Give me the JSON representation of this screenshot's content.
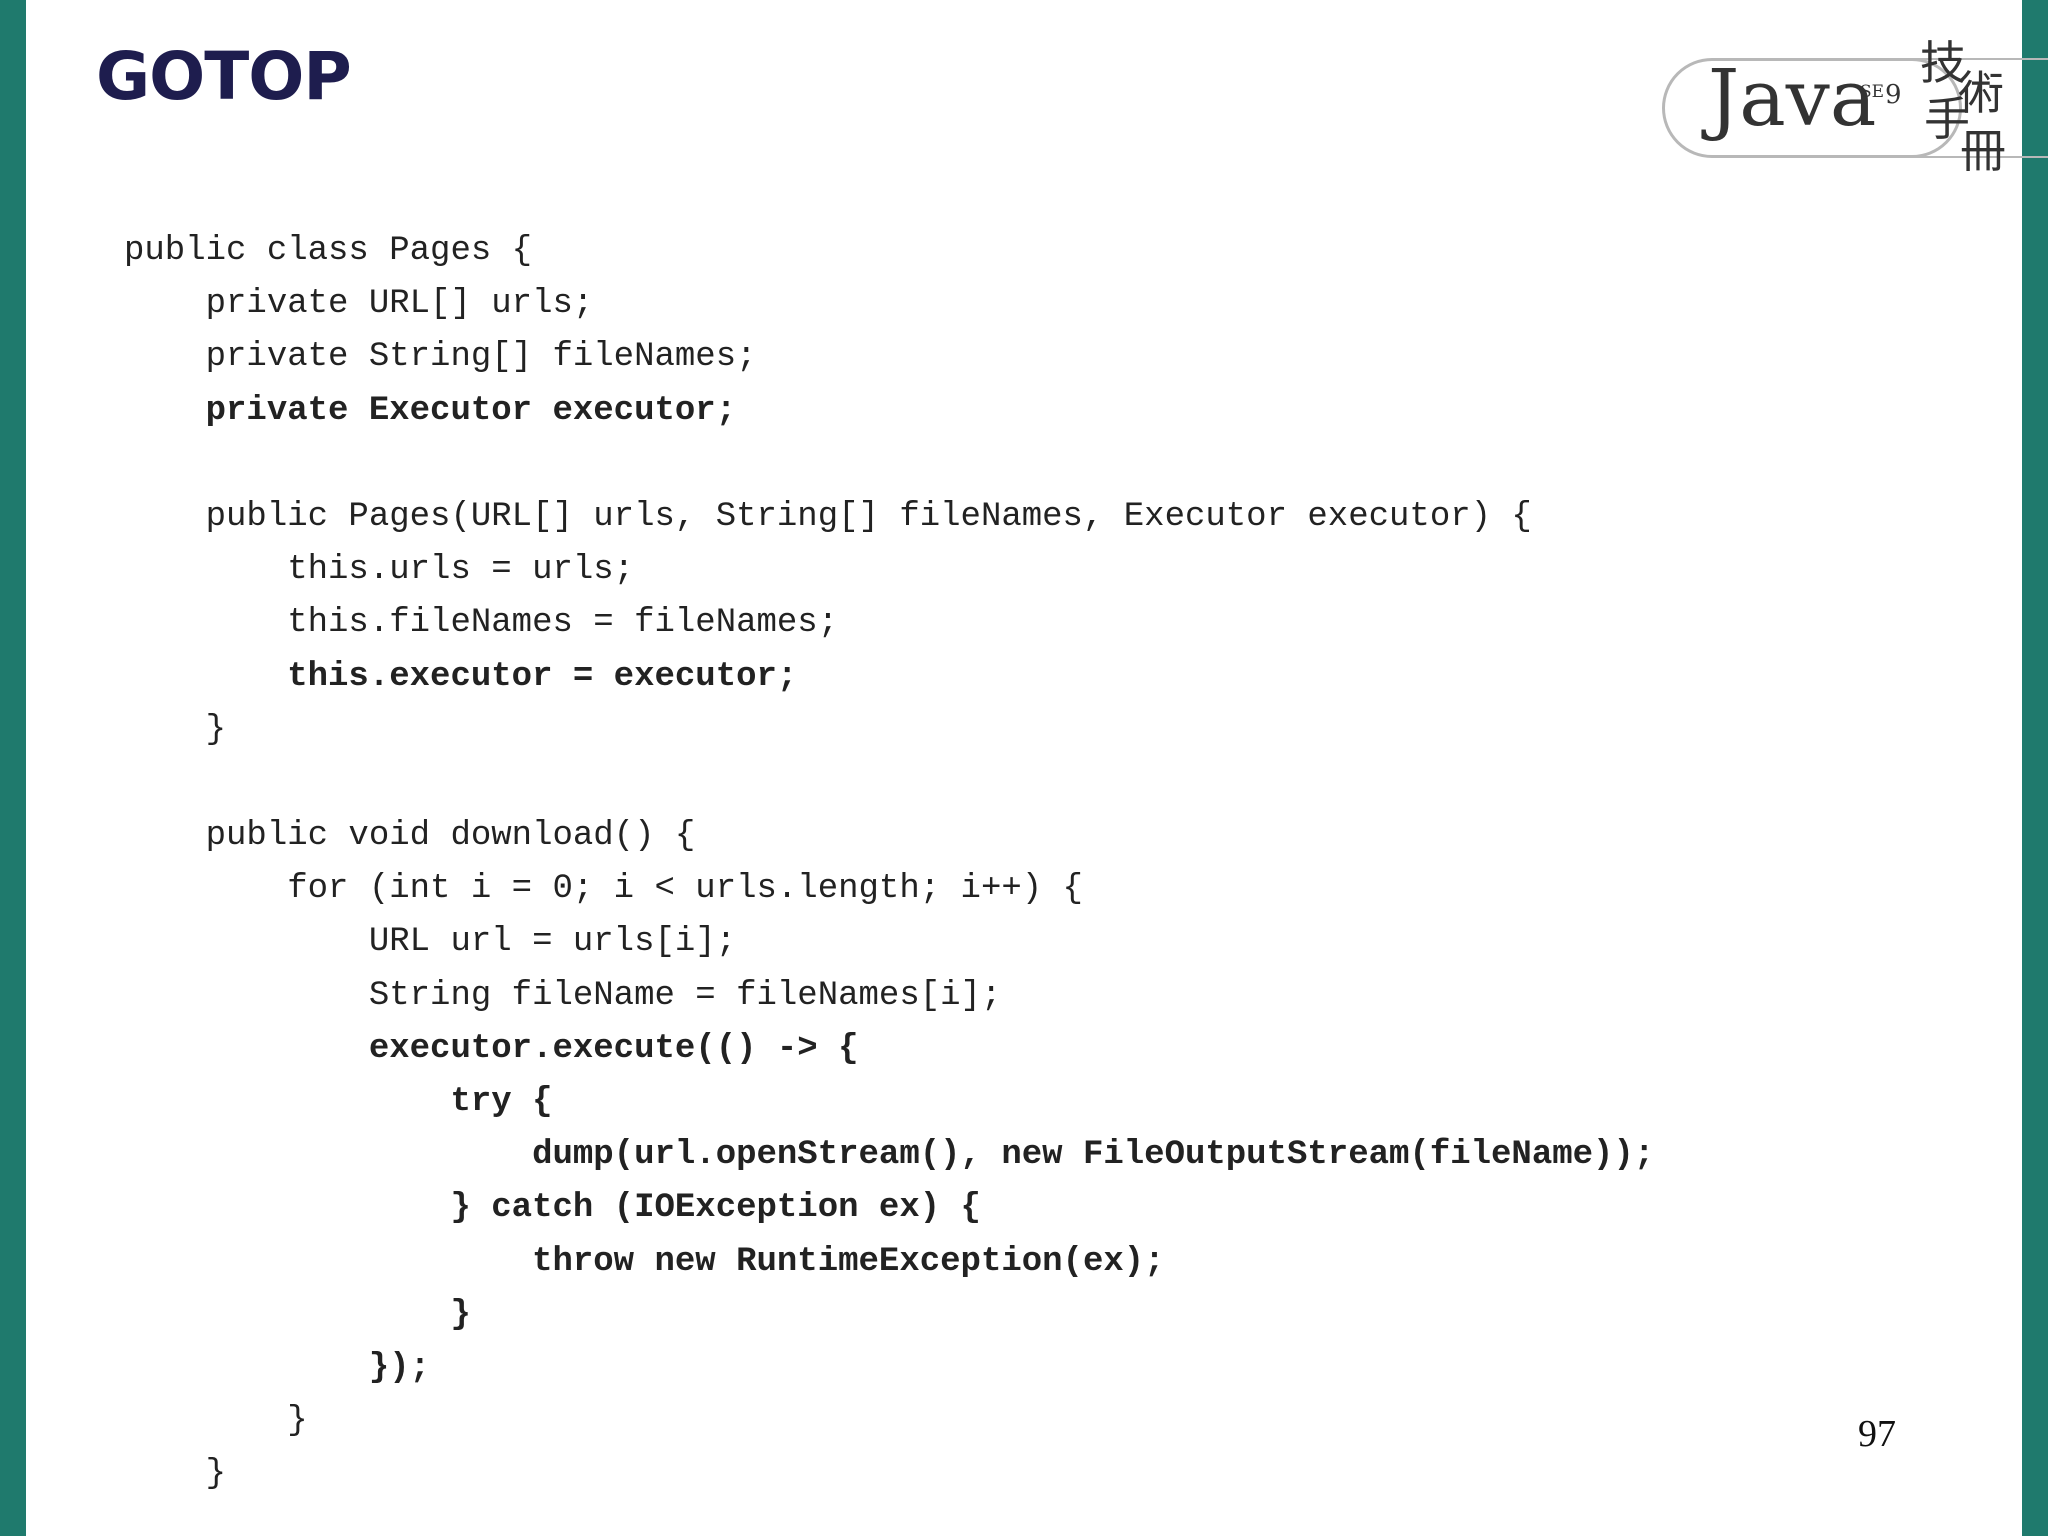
{
  "header": {
    "publisher_logo": "GOTOP",
    "book_badge": {
      "java": "Java",
      "se": "SE",
      "version": "9",
      "cjk_chars": [
        "技",
        "術",
        "手",
        "冊"
      ]
    }
  },
  "code": {
    "lines": [
      {
        "text": "public class Pages {",
        "bold": false
      },
      {
        "text": "    private URL[] urls;",
        "bold": false
      },
      {
        "text": "    private String[] fileNames;",
        "bold": false
      },
      {
        "text": "    private Executor executor;",
        "bold": true
      },
      {
        "text": "",
        "bold": false
      },
      {
        "text": "    public Pages(URL[] urls, String[] fileNames, Executor executor) {",
        "bold": false
      },
      {
        "text": "        this.urls = urls;",
        "bold": false
      },
      {
        "text": "        this.fileNames = fileNames;",
        "bold": false
      },
      {
        "text": "        this.executor = executor;",
        "bold": true
      },
      {
        "text": "    }",
        "bold": false
      },
      {
        "text": "",
        "bold": false
      },
      {
        "text": "    public void download() {",
        "bold": false
      },
      {
        "text": "        for (int i = 0; i < urls.length; i++) {",
        "bold": false
      },
      {
        "text": "            URL url = urls[i];",
        "bold": false
      },
      {
        "text": "            String fileName = fileNames[i];",
        "bold": false
      },
      {
        "text": "            executor.execute(() -> {",
        "bold": true
      },
      {
        "text": "                try {",
        "bold": true
      },
      {
        "text": "                    dump(url.openStream(), new FileOutputStream(fileName));",
        "bold": true
      },
      {
        "text": "                } catch (IOException ex) {",
        "bold": true
      },
      {
        "text": "                    throw new RuntimeException(ex);",
        "bold": true
      },
      {
        "text": "                }",
        "bold": true
      },
      {
        "text": "            });",
        "bold": true
      },
      {
        "text": "        }",
        "bold": false
      },
      {
        "text": "    }",
        "bold": false
      }
    ]
  },
  "footer": {
    "page_number": "97"
  },
  "colors": {
    "side_bar": "#1f7a6d",
    "logo": "#1e1d4e"
  }
}
